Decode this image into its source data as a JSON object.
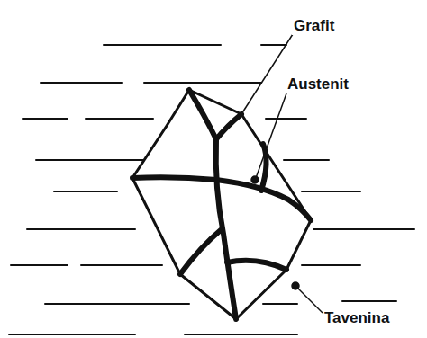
{
  "diagram": {
    "labels": [
      "Grafit",
      "Austenit",
      "Tavenina"
    ]
  }
}
